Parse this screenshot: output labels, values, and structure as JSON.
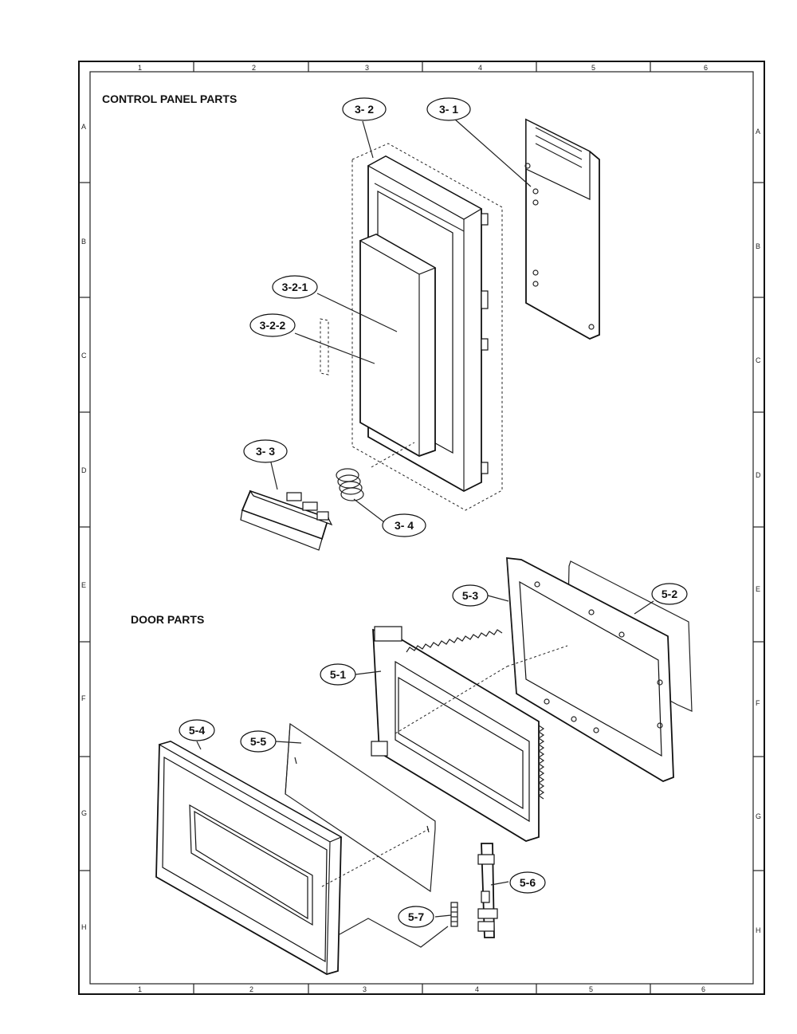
{
  "sections": {
    "control_panel_title": "CONTROL PANEL PARTS",
    "door_title": "DOOR PARTS"
  },
  "grid": {
    "columns": [
      "1",
      "2",
      "3",
      "4",
      "5",
      "6"
    ],
    "rows": [
      "A",
      "B",
      "C",
      "D",
      "E",
      "F",
      "G",
      "H"
    ]
  },
  "callouts": {
    "c3_2": "3- 2",
    "c3_1": "3- 1",
    "c3_2_1": "3-2-1",
    "c3_2_2": "3-2-2",
    "c3_3": "3- 3",
    "c3_4": "3- 4",
    "c5_1": "5-1",
    "c5_2": "5-2",
    "c5_3": "5-3",
    "c5_4": "5-4",
    "c5_5": "5-5",
    "c5_6": "5-6",
    "c5_7": "5-7"
  }
}
